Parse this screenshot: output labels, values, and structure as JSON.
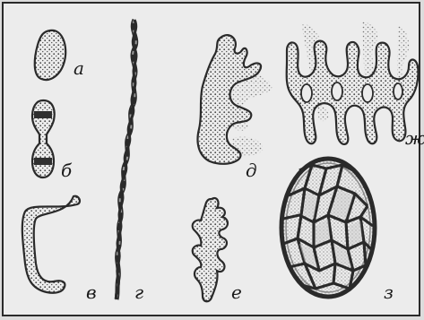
{
  "figure": {
    "labels": {
      "a": "а",
      "b": "б",
      "v": "в",
      "g": "г",
      "d": "д",
      "e": "е",
      "zh": "ж",
      "z": "з"
    }
  },
  "colors": {
    "background": "#ececec",
    "outline": "#2a2a2a",
    "stipple": "#555555"
  }
}
